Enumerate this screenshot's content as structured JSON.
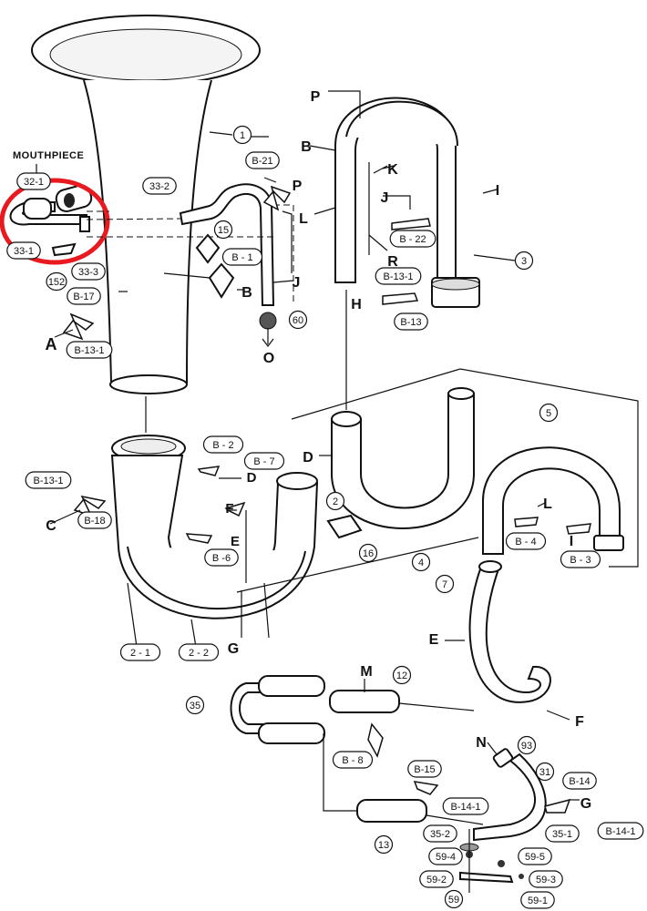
{
  "mouthpiece_title": "MOUTHPIECE",
  "callouts": [
    {
      "id": "c1",
      "text": "1"
    },
    {
      "id": "c2",
      "text": "2"
    },
    {
      "id": "c3",
      "text": "3"
    },
    {
      "id": "c4",
      "text": "4"
    },
    {
      "id": "c5",
      "text": "5"
    },
    {
      "id": "c7",
      "text": "7"
    },
    {
      "id": "c12",
      "text": "12"
    },
    {
      "id": "c13",
      "text": "13"
    },
    {
      "id": "c15",
      "text": "15"
    },
    {
      "id": "c16",
      "text": "16"
    },
    {
      "id": "c31",
      "text": "31"
    },
    {
      "id": "c35",
      "text": "35"
    },
    {
      "id": "c59",
      "text": "59"
    },
    {
      "id": "c60",
      "text": "60"
    },
    {
      "id": "c93",
      "text": "93"
    },
    {
      "id": "c152",
      "text": "152"
    },
    {
      "id": "c21",
      "text": "2 - 1"
    },
    {
      "id": "c22",
      "text": "2 - 2"
    },
    {
      "id": "c321",
      "text": "32-1"
    },
    {
      "id": "c33_1",
      "text": "33-1"
    },
    {
      "id": "c332",
      "text": "33-2"
    },
    {
      "id": "c333",
      "text": "33-3"
    },
    {
      "id": "c352",
      "text": "35-2"
    },
    {
      "id": "c351",
      "text": "35-1"
    },
    {
      "id": "c594",
      "text": "59-4"
    },
    {
      "id": "c595",
      "text": "59-5"
    },
    {
      "id": "c592",
      "text": "59-2"
    },
    {
      "id": "c593",
      "text": "59-3"
    },
    {
      "id": "c591",
      "text": "59-1"
    },
    {
      "id": "cB1",
      "text": "B - 1"
    },
    {
      "id": "cB2",
      "text": "B - 2"
    },
    {
      "id": "cB3",
      "text": "B - 3"
    },
    {
      "id": "cB4",
      "text": "B - 4"
    },
    {
      "id": "cB6",
      "text": "B -6"
    },
    {
      "id": "cB7",
      "text": "B - 7"
    },
    {
      "id": "cB8",
      "text": "B - 8"
    },
    {
      "id": "cB13",
      "text": "B-13"
    },
    {
      "id": "cB131a",
      "text": "B-13-1"
    },
    {
      "id": "cB131b",
      "text": "B-13-1"
    },
    {
      "id": "cB131c",
      "text": "B-13-1"
    },
    {
      "id": "cB14",
      "text": "B-14"
    },
    {
      "id": "cB141a",
      "text": "B-14-1"
    },
    {
      "id": "cB141b",
      "text": "B-14-1"
    },
    {
      "id": "cB15",
      "text": "B-15"
    },
    {
      "id": "cB17",
      "text": "B-17"
    },
    {
      "id": "cB18",
      "text": "B-18"
    },
    {
      "id": "cB21",
      "text": "B-21"
    },
    {
      "id": "cB22",
      "text": "B - 22"
    }
  ],
  "letters": [
    {
      "id": "lA",
      "text": "A"
    },
    {
      "id": "lB1",
      "text": "B"
    },
    {
      "id": "lB2",
      "text": "B"
    },
    {
      "id": "lC",
      "text": "C"
    },
    {
      "id": "lD1",
      "text": "D"
    },
    {
      "id": "lD2",
      "text": "D"
    },
    {
      "id": "lE1",
      "text": "E"
    },
    {
      "id": "lE2",
      "text": "E"
    },
    {
      "id": "lF1",
      "text": "F"
    },
    {
      "id": "lF2",
      "text": "F"
    },
    {
      "id": "lG1",
      "text": "G"
    },
    {
      "id": "lG2",
      "text": "G"
    },
    {
      "id": "lH",
      "text": "H"
    },
    {
      "id": "lI1",
      "text": "I"
    },
    {
      "id": "lI2",
      "text": "I"
    },
    {
      "id": "lJ1",
      "text": "J"
    },
    {
      "id": "lJ2",
      "text": "J"
    },
    {
      "id": "lK",
      "text": "K"
    },
    {
      "id": "lL1",
      "text": "L"
    },
    {
      "id": "lL2",
      "text": "L"
    },
    {
      "id": "lM",
      "text": "M"
    },
    {
      "id": "lN",
      "text": "N"
    },
    {
      "id": "lO",
      "text": "O"
    },
    {
      "id": "lP1",
      "text": "P"
    },
    {
      "id": "lP2",
      "text": "P"
    },
    {
      "id": "lR",
      "text": "R"
    }
  ],
  "highlight_color": "#e8191f"
}
